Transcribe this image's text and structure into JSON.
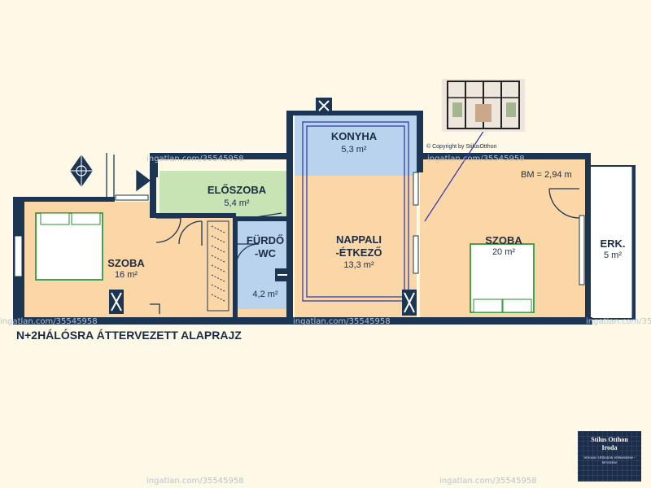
{
  "title": "N+2HÁLÓSRA ÁTTERVEZETT ALAPRAJZ",
  "watermark": "ingatlan.com/35545958",
  "copyright": "© Copyright by StilusOtthon",
  "rooms": {
    "konyha": {
      "name": "KONYHA",
      "area": "5,3 m²"
    },
    "eloszoba": {
      "name": "ELŐSZOBA",
      "area": "5,4 m²"
    },
    "furdo": {
      "name_line1": "FÜRDŐ",
      "name_line2": "-WC",
      "area": "4,2 m²"
    },
    "nappali": {
      "name_line1": "NAPPALI",
      "name_line2": "-ÉTKEZŐ",
      "area": "13,3 m²"
    },
    "szoba_left": {
      "name": "SZOBA",
      "area": "16 m²"
    },
    "szoba_right": {
      "name": "SZOBA",
      "area": "20 m²"
    },
    "erkely": {
      "name": "ERK.",
      "area": "5 m²"
    }
  },
  "bm": "BM = 2,94 m",
  "logo": {
    "line1": "Stílus Otthon",
    "line2": "Iroda",
    "line3": "Stílusos Otthonok értékesítése / tervezése"
  },
  "colors": {
    "wall": "#1c3553",
    "floor": "#fbd7a7",
    "green": "#c8e3b4",
    "blue": "#b9d3ee",
    "balcony": "#ffffff"
  }
}
